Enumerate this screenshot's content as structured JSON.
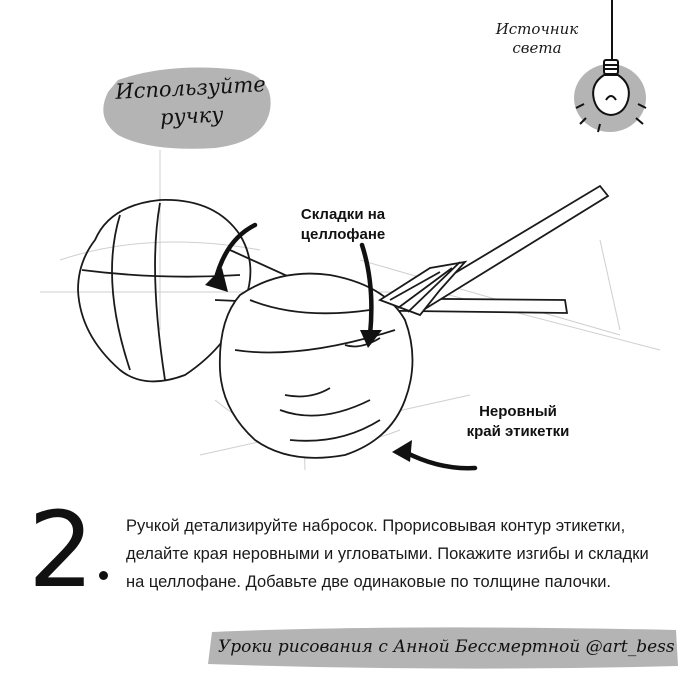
{
  "labels": {
    "light_source": "Источник\nсвета",
    "use_pen": "Используйте\nручку",
    "cellophane_folds": "Складки на\nцеллофане",
    "uneven_edge": "Неровный\nкрай этикетки"
  },
  "step": {
    "number": "2",
    "text": "Ручкой детализируйте набросок. Прорисовывая контур этикетки, делайте края неровными и угловатыми. Покажите изгибы и складки на целлофане. Добавьте две одинаковые по толщине палочки."
  },
  "footer": {
    "credit": "Уроки рисования с Анной Бессмертной @art_bess"
  },
  "colors": {
    "blob_gray": "#b4b4b4",
    "ink": "#111111",
    "sketch_gray": "#c8c8c8"
  },
  "icons": {
    "bulb": "light-bulb-icon",
    "arrows": "curved-arrow-icon"
  }
}
